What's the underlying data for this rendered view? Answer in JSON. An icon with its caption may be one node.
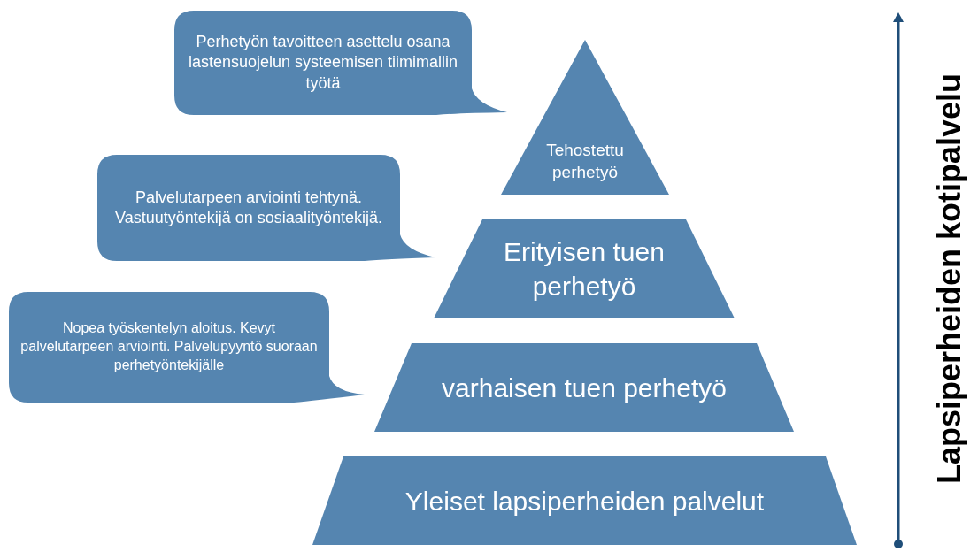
{
  "diagram": {
    "nodes": [
      {
        "text": [
          "Perhetyön tavoitteen asettelu osana lastensuojelun systeemisen tiimimallin työtä"
        ]
      },
      {
        "text": [
          "Tehostettu perhetyö"
        ]
      },
      {
        "text": [
          "Palvelutarpeen arviointi tehtynä. Vastuutyöntekijä on sosiaalityöntekijä."
        ]
      },
      {
        "text": [
          "Erityisen tuen perhetyö"
        ]
      },
      {
        "text": [
          "Nopea työskentelyn aloitus. Kevyt palvelutarpeen arviointi. Palvelupyyntö suoraan perhetyöntekijälle"
        ]
      },
      {
        "text": [
          "varhaisen tuen perhetyö"
        ]
      },
      {
        "text": [
          "Yleiset lapsiperheiden palvelut"
        ]
      }
    ],
    "edges": [],
    "labels": [
      "Lapsiperheiden kotipalvelu"
    ]
  }
}
